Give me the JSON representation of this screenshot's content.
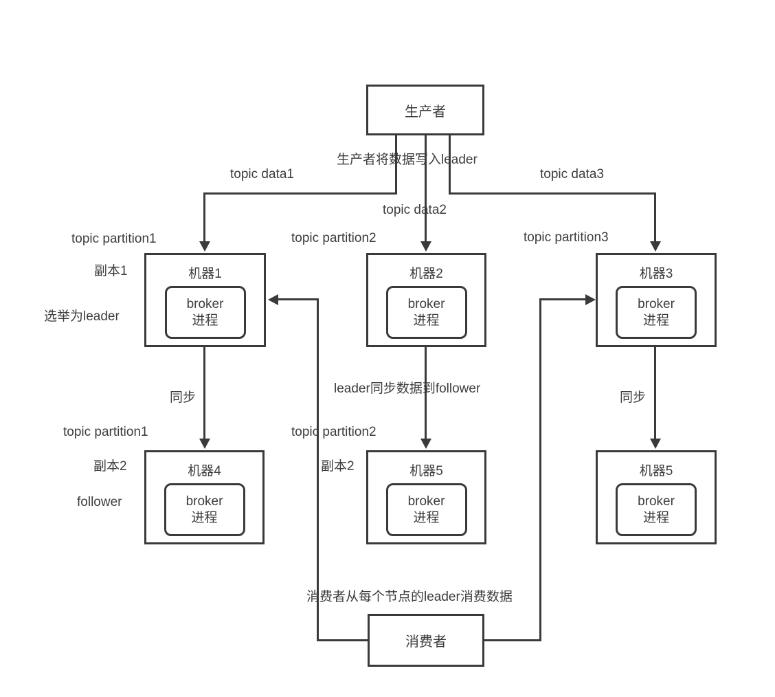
{
  "colors": {
    "line": "#3a3a3a",
    "text": "#3d3d3d",
    "background": "#ffffff"
  },
  "producer": {
    "label": "生产者"
  },
  "consumer": {
    "label": "消费者"
  },
  "notes": {
    "producer_write": "生产者将数据写入leader",
    "consumer_read": "消费者从每个节点的leader消费数据"
  },
  "edge_labels": {
    "topic_data1": "topic data1",
    "topic_data2": "topic data2",
    "topic_data3": "topic data3",
    "sync_left": "同步",
    "sync_mid": "leader同步数据到follower",
    "sync_right": "同步"
  },
  "annotations": {
    "partition1_top": "topic partition1",
    "partition2_top": "topic partition2",
    "partition3_top": "topic partition3",
    "partition1_bottom": "topic partition1",
    "partition2_bottom": "topic partition2",
    "replica1": "副本1",
    "elect_leader": "选举为leader",
    "replica2_left": "副本2",
    "replica2_mid": "副本2",
    "follower": "follower"
  },
  "machines": [
    {
      "name": "机器1",
      "broker_l1": "broker",
      "broker_l2": "进程"
    },
    {
      "name": "机器2",
      "broker_l1": "broker",
      "broker_l2": "进程"
    },
    {
      "name": "机器3",
      "broker_l1": "broker",
      "broker_l2": "进程"
    },
    {
      "name": "机器4",
      "broker_l1": "broker",
      "broker_l2": "进程"
    },
    {
      "name": "机器5",
      "broker_l1": "broker",
      "broker_l2": "进程"
    },
    {
      "name": "机器5",
      "broker_l1": "broker",
      "broker_l2": "进程"
    }
  ]
}
